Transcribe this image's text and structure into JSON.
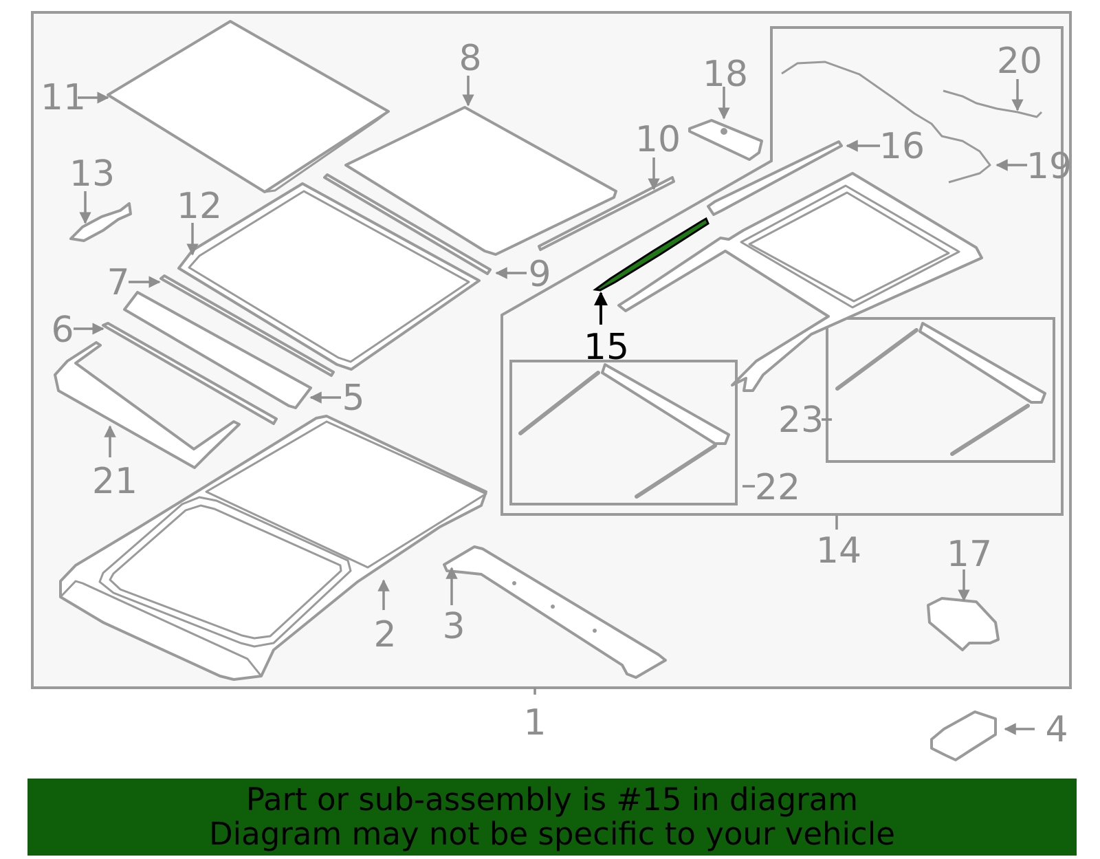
{
  "callouts": [
    {
      "id": "1",
      "text": "1"
    },
    {
      "id": "2",
      "text": "2"
    },
    {
      "id": "3",
      "text": "3"
    },
    {
      "id": "4",
      "text": "4"
    },
    {
      "id": "5",
      "text": "5"
    },
    {
      "id": "6",
      "text": "6"
    },
    {
      "id": "7",
      "text": "7"
    },
    {
      "id": "8",
      "text": "8"
    },
    {
      "id": "9",
      "text": "9"
    },
    {
      "id": "10",
      "text": "10"
    },
    {
      "id": "11",
      "text": "11"
    },
    {
      "id": "12",
      "text": "12"
    },
    {
      "id": "13",
      "text": "13"
    },
    {
      "id": "14",
      "text": "14"
    },
    {
      "id": "15",
      "text": "15",
      "highlighted": true
    },
    {
      "id": "16",
      "text": "16"
    },
    {
      "id": "17",
      "text": "17"
    },
    {
      "id": "18",
      "text": "18"
    },
    {
      "id": "19",
      "text": "19"
    },
    {
      "id": "20",
      "text": "20"
    },
    {
      "id": "21",
      "text": "21"
    },
    {
      "id": "22",
      "text": "22"
    },
    {
      "id": "23",
      "text": "23"
    }
  ],
  "banner": {
    "line1": "Part or sub-assembly is #15 in diagram",
    "line2": "Diagram may not be specific to your vehicle"
  },
  "colors": {
    "highlight_part": "#1f7a16",
    "banner_background": "#0e5e0a",
    "line_art": "#9a9a9a",
    "label_text": "#8e8e8e",
    "highlight_label": "#000000"
  }
}
